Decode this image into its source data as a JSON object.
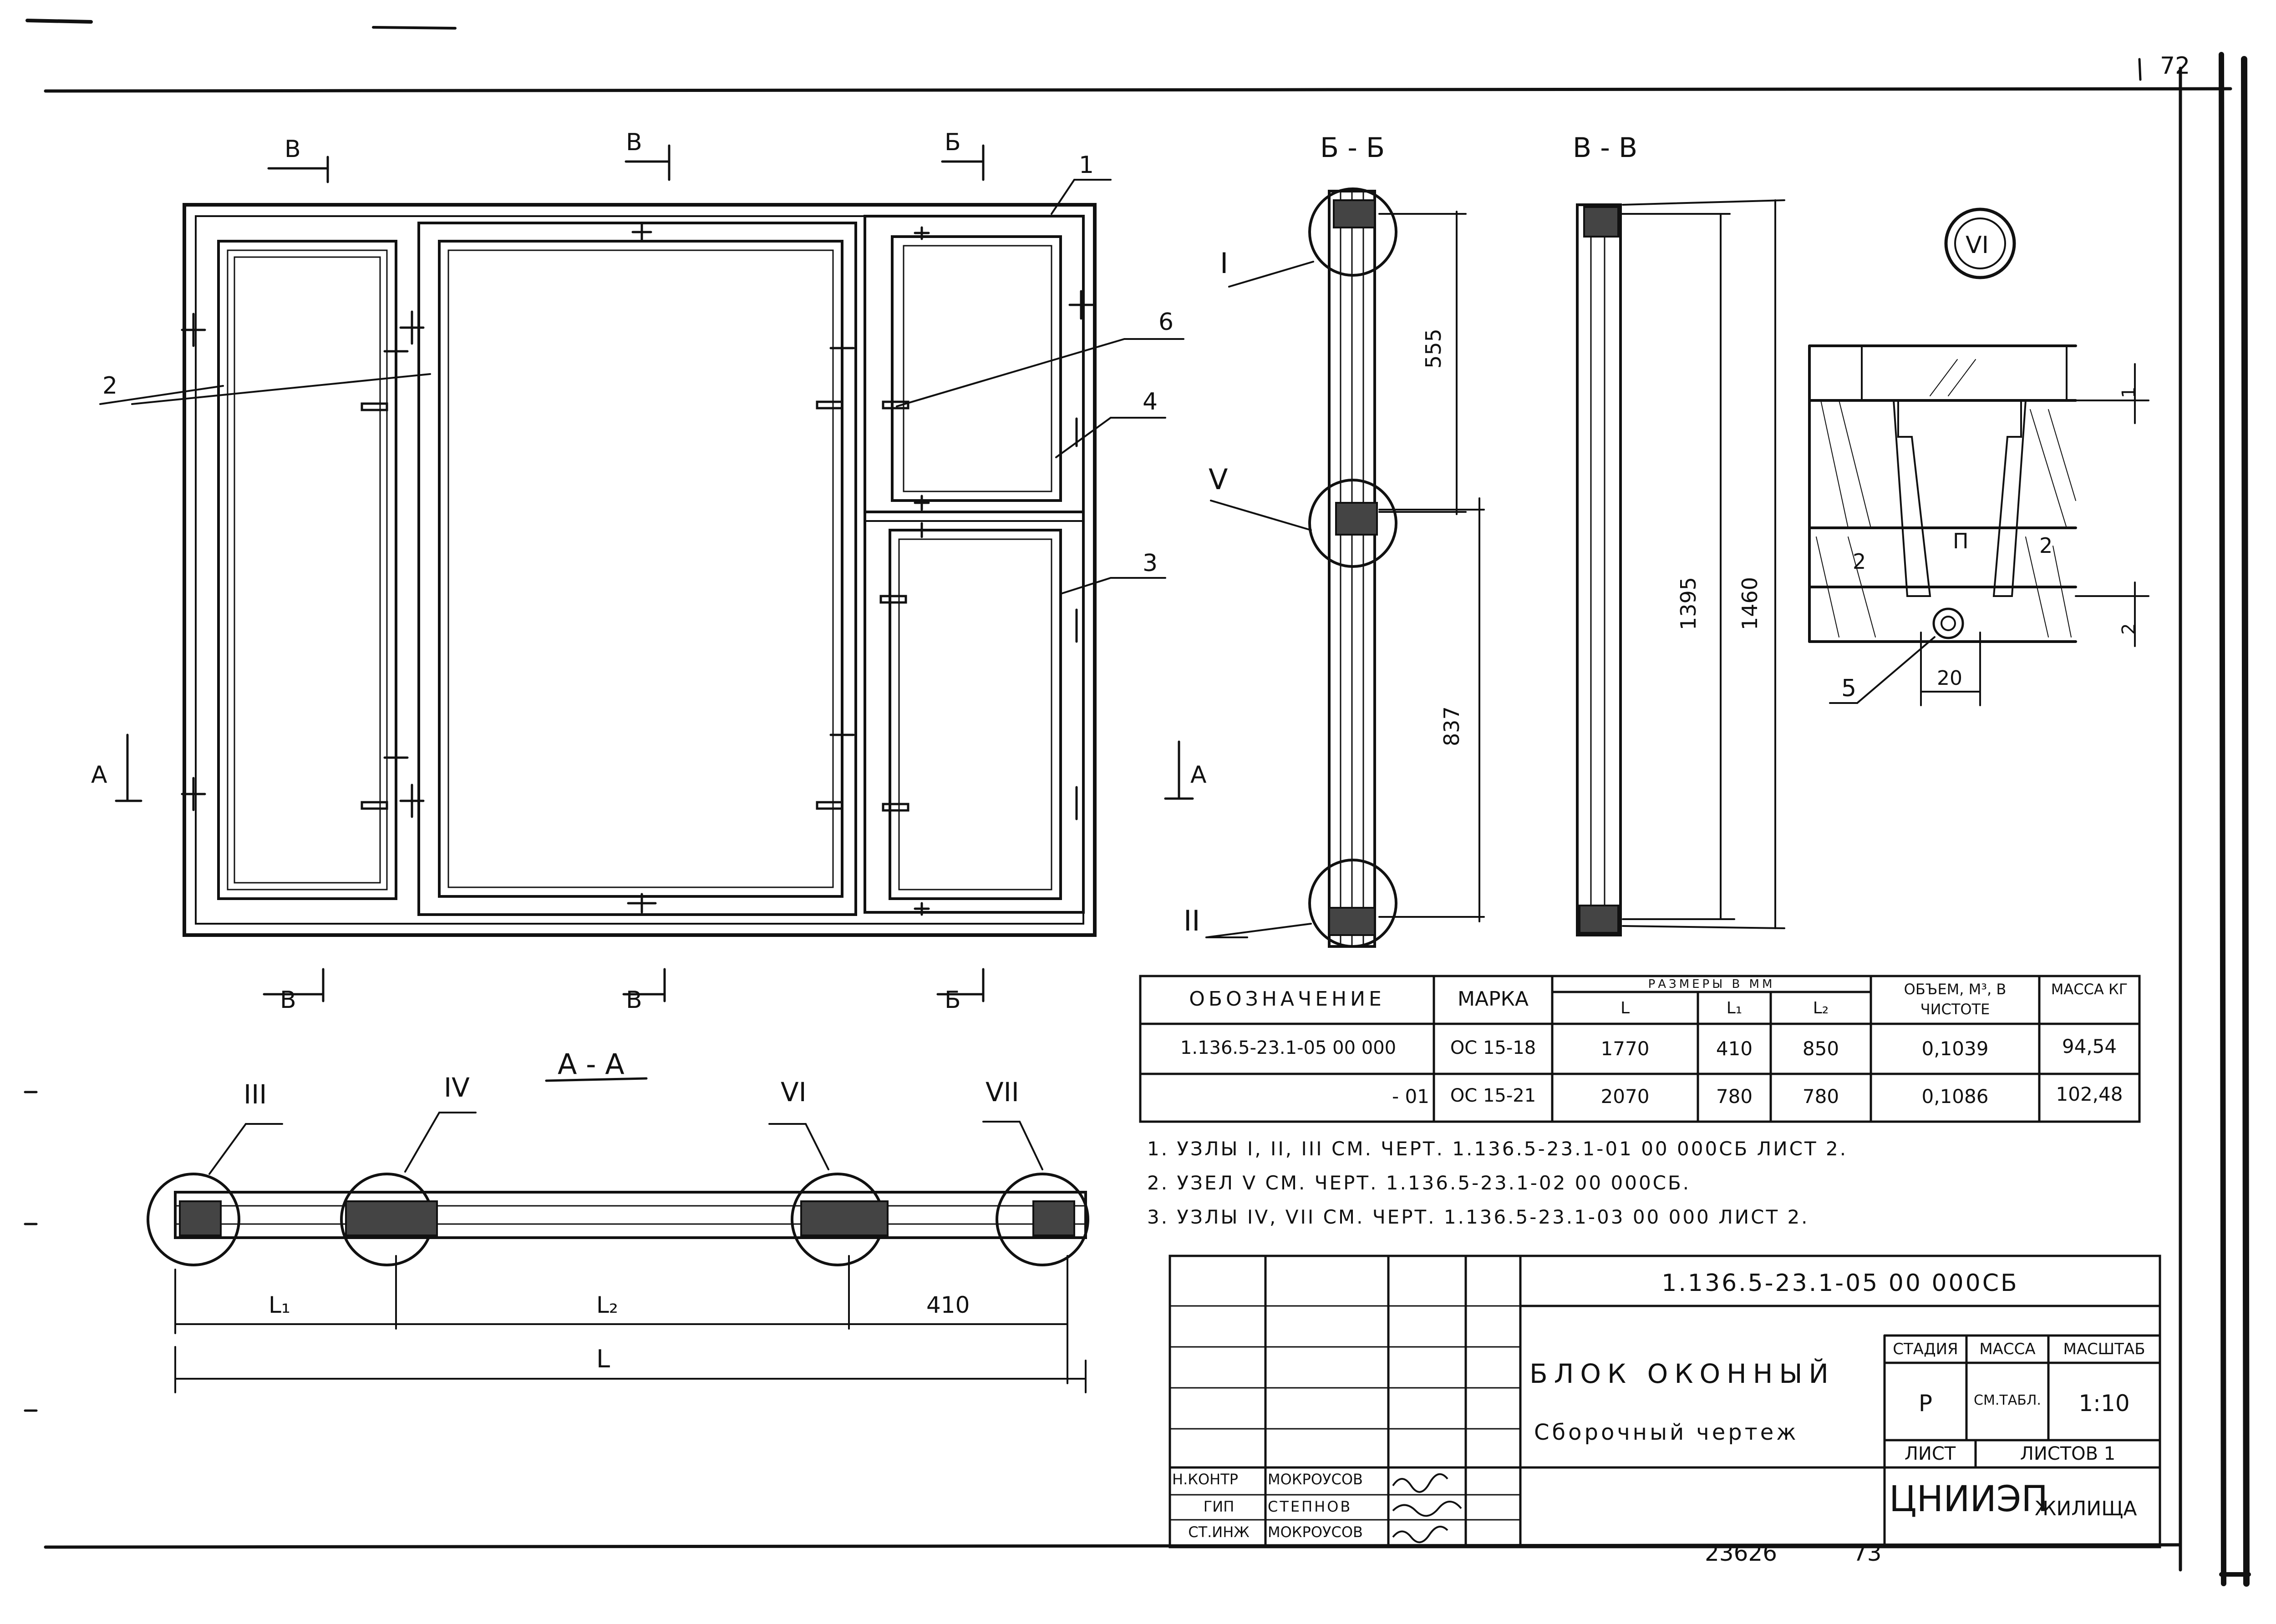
{
  "sheet": {
    "page_number_top": "72",
    "page_number_bottom": "73",
    "archive_number": "23626"
  },
  "sections": {
    "v_top_left": "В",
    "v_top_mid": "В",
    "b_top_right": "Б",
    "v_bottom_left": "В",
    "v_bottom_mid": "В",
    "b_bottom_right": "Б",
    "a_left": "А",
    "a_right": "А",
    "view_bb": "Б - Б",
    "view_vv": "В - В",
    "view_aa": "А - А"
  },
  "callouts": {
    "c1": "1",
    "c2": "2",
    "c3": "3",
    "c4": "4",
    "c5": "5",
    "c6": "6",
    "node_I": "I",
    "node_II": "II",
    "node_III": "III",
    "node_IV": "IV",
    "node_V": "V",
    "node_VI": "VI",
    "node_VII": "VII",
    "detail_VI": "VI",
    "detail_pos2a": "2",
    "detail_pos2b": "2",
    "detail_P": "П"
  },
  "dimensions": {
    "d555": "555",
    "d837": "837",
    "d1395": "1395",
    "d1460": "1460",
    "d1": "1",
    "d2": "2",
    "d20": "20",
    "L1": "L₁",
    "L2": "L₂",
    "d410": "410",
    "L": "L"
  },
  "table": {
    "header_designation": "ОБОЗНАЧЕНИЕ",
    "header_mark": "МАРКА",
    "header_sizes": "РАЗМЕРЫ В ММ",
    "header_L": "L",
    "header_L1": "L₁",
    "header_L2": "L₂",
    "header_volume": "ОБЪЕМ, М³, В ЧИСТОТЕ",
    "header_mass": "МАССА КГ",
    "rows": [
      {
        "designation": "1.136.5-23.1-05 00 000",
        "mark": "ОС 15-18",
        "L": "1770",
        "L1": "410",
        "L2": "850",
        "volume": "0,1039",
        "mass": "94,54"
      },
      {
        "designation": "- 01",
        "mark": "ОС 15-21",
        "L": "2070",
        "L1": "780",
        "L2": "780",
        "volume": "0,1086",
        "mass": "102,48"
      }
    ]
  },
  "notes": [
    "1. УЗЛЫ I, II, III СМ. ЧЕРТ. 1.136.5-23.1-01 00 000СБ ЛИСТ 2.",
    "2. УЗЕЛ V СМ. ЧЕРТ. 1.136.5-23.1-02 00 000СБ.",
    "3. УЗЛЫ IV, VII СМ. ЧЕРТ. 1.136.5-23.1-03 00 000 ЛИСТ 2."
  ],
  "title_block": {
    "doc_code": "1.136.5-23.1-05 00 000СБ",
    "title": "БЛОК ОКОННЫЙ",
    "subtitle": "Сборочный чертеж",
    "stage_label": "СТАДИЯ",
    "mass_label": "МАССА",
    "scale_label": "МАСШТАБ",
    "stage": "Р",
    "mass": "СМ.ТАБЛ.",
    "scale": "1:10",
    "sheet_label": "ЛИСТ",
    "sheets_label": "ЛИСТОВ 1",
    "org": "ЦНИИЭП",
    "org_suffix": "ЖИЛИЩА",
    "signatures": [
      {
        "role": "Н.КОНТР",
        "name": "МОКРОУСОВ"
      },
      {
        "role": "ГИП",
        "name": "СТЕПНОВ"
      },
      {
        "role": "СТ.ИНЖ",
        "name": "МОКРОУСОВ"
      }
    ]
  }
}
